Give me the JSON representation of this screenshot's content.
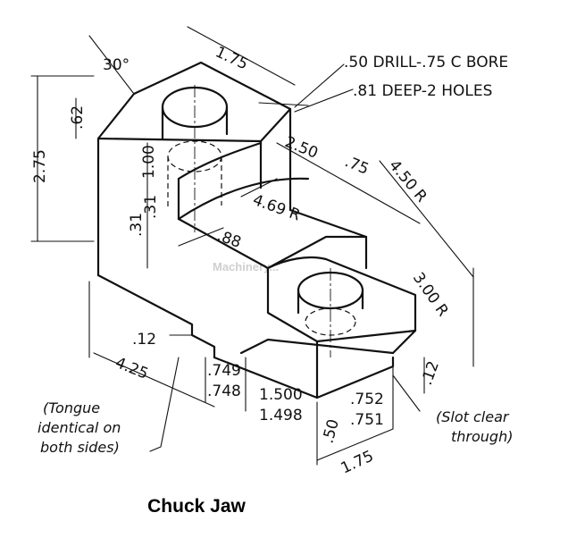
{
  "caption": "Chuck Jaw",
  "watermark": "Machinery...",
  "dimensions": {
    "angle_30": "30°",
    "d_62": ".62",
    "d_275": "2.75",
    "d_175_top": "1.75",
    "d_100": "1.00",
    "d_31a": ".31",
    "d_31b": ".31",
    "d_12_left": ".12",
    "d_425": "4.25",
    "d_749": ".749",
    "d_748": ".748",
    "d_1500": "1.500",
    "d_1498": "1.498",
    "d_50": ".50",
    "d_752": ".752",
    "d_751": ".751",
    "d_175_bot": "1.75",
    "d_12_right": ".12",
    "d_250": "2.50",
    "d_75": ".75",
    "d_450R": "4.50 R",
    "d_469R": "4.69 R",
    "d_88": ".88",
    "d_300R": "3.00 R"
  },
  "notes": {
    "drill_line1": ".50 DRILL-.75 C BORE",
    "drill_line2": ".81 DEEP-2 HOLES",
    "tongue_1": "(Tongue",
    "tongue_2": "identical on",
    "tongue_3": "both sides)",
    "slot_1": "(Slot clear",
    "slot_2": "through)"
  }
}
